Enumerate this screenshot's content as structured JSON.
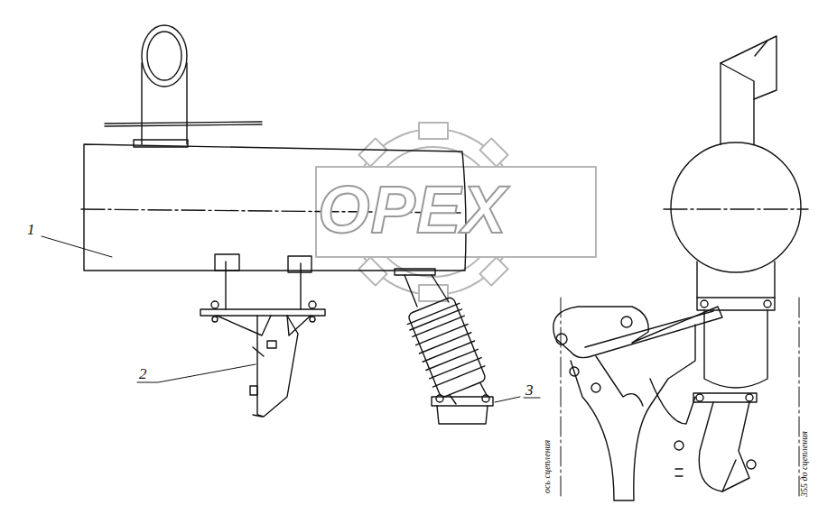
{
  "diagram": {
    "labels": [
      "1",
      "2",
      "3",
      "OPEX",
      "ось сцепления",
      "355 до сцепления"
    ]
  }
}
